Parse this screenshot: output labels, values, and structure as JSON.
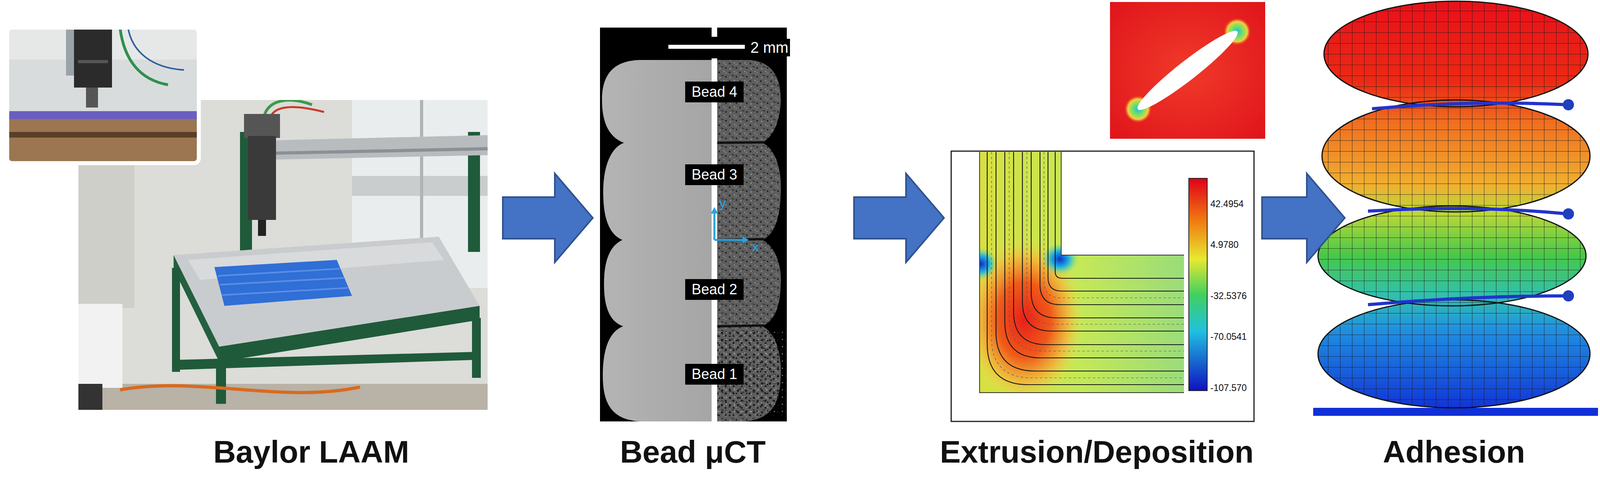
{
  "diagram": {
    "nodes": [
      {
        "text": [
          "Baylor LAAM"
        ]
      },
      {
        "text": [
          "Bead μCT"
        ]
      },
      {
        "text": [
          "Bead 4"
        ],
        "in": 1
      },
      {
        "text": [
          "Bead 3"
        ],
        "in": 1
      },
      {
        "text": [
          "Bead 2"
        ],
        "in": 1
      },
      {
        "text": [
          "Bead 1"
        ],
        "in": 1
      },
      {
        "text": [
          "Extrusion/Deposition"
        ]
      },
      {
        "text": [
          "Adhesion"
        ]
      }
    ],
    "edges": [
      {
        "from": 0,
        "to": 1,
        "arrow": "to"
      },
      {
        "from": 1,
        "to": 6,
        "arrow": "to"
      },
      {
        "from": 6,
        "to": 7,
        "arrow": "to"
      }
    ],
    "labels": [
      "2 mm",
      "y",
      "x",
      "42.4954",
      "4.9780",
      "-32.5376",
      "-70.0541",
      "-107.570"
    ]
  }
}
